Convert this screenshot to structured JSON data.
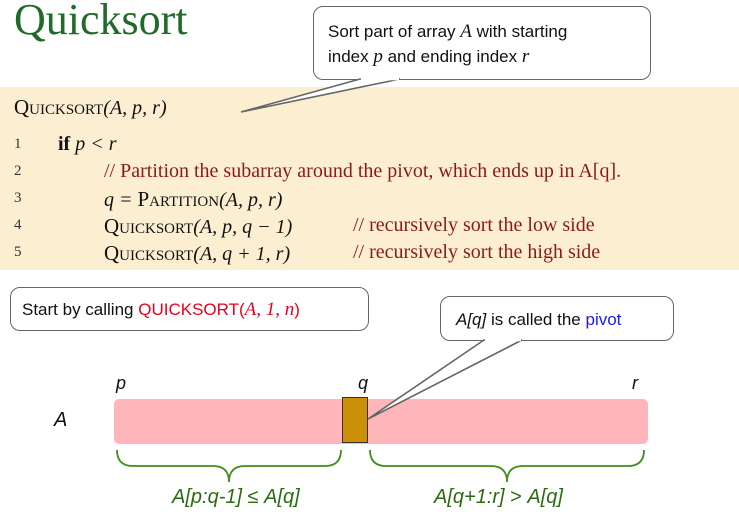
{
  "title": "Quicksort",
  "callout_description": {
    "line1_text": "Sort part of array ",
    "line1_var": "A",
    "line1_tail": " with starting",
    "line2_text_a": "index ",
    "line2_var_p": "p",
    "line2_text_b": " and ending index ",
    "line2_var_r": "r"
  },
  "code": {
    "header_name": "Quicksort",
    "header_args": "(A, p, r)",
    "lines": [
      {
        "num": "1",
        "keyword": "if",
        "text": " p < r",
        "comment": ""
      },
      {
        "num": "2",
        "keyword": "",
        "text": "",
        "comment": "// Partition the subarray around the pivot, which ends up in A[q]."
      },
      {
        "num": "3",
        "keyword": "",
        "text_pre": "q = ",
        "proc": "Partition",
        "text": "(A, p, r)",
        "comment": ""
      },
      {
        "num": "4",
        "keyword": "",
        "proc": "Quicksort",
        "text": "(A, p, q − 1)",
        "comment": "// recursively sort the low side"
      },
      {
        "num": "5",
        "keyword": "",
        "proc": "Quicksort",
        "text": "(A, q + 1, r)",
        "comment": "// recursively sort the high side"
      }
    ]
  },
  "callout_start": {
    "prefix": "Start by calling ",
    "call": "QUICKSORT(",
    "args": "A, 1, n",
    "close": ")"
  },
  "callout_pivot": {
    "var": "A[q]",
    "text": " is called the ",
    "highlight": "pivot"
  },
  "diagram": {
    "array_label": "A",
    "p_label": "p",
    "q_label": "q",
    "r_label": "r",
    "left_brace_label_a": "A[p:q-1]",
    "left_brace_label_b": " ≤ ",
    "left_brace_label_c": "A[q]",
    "right_brace_label_a": "A[q+1:r]",
    "right_brace_label_b": " > ",
    "right_brace_label_c": "A[q]"
  },
  "colors": {
    "title": "#1f6b2a",
    "code_bg": "#fcefd1",
    "comment": "#8b1a1a",
    "array": "#ffb6bb",
    "pivot": "#cc8f08",
    "brace": "#3f8f1a",
    "call_red": "#e8001c",
    "pivot_blue": "#1a1aff"
  }
}
